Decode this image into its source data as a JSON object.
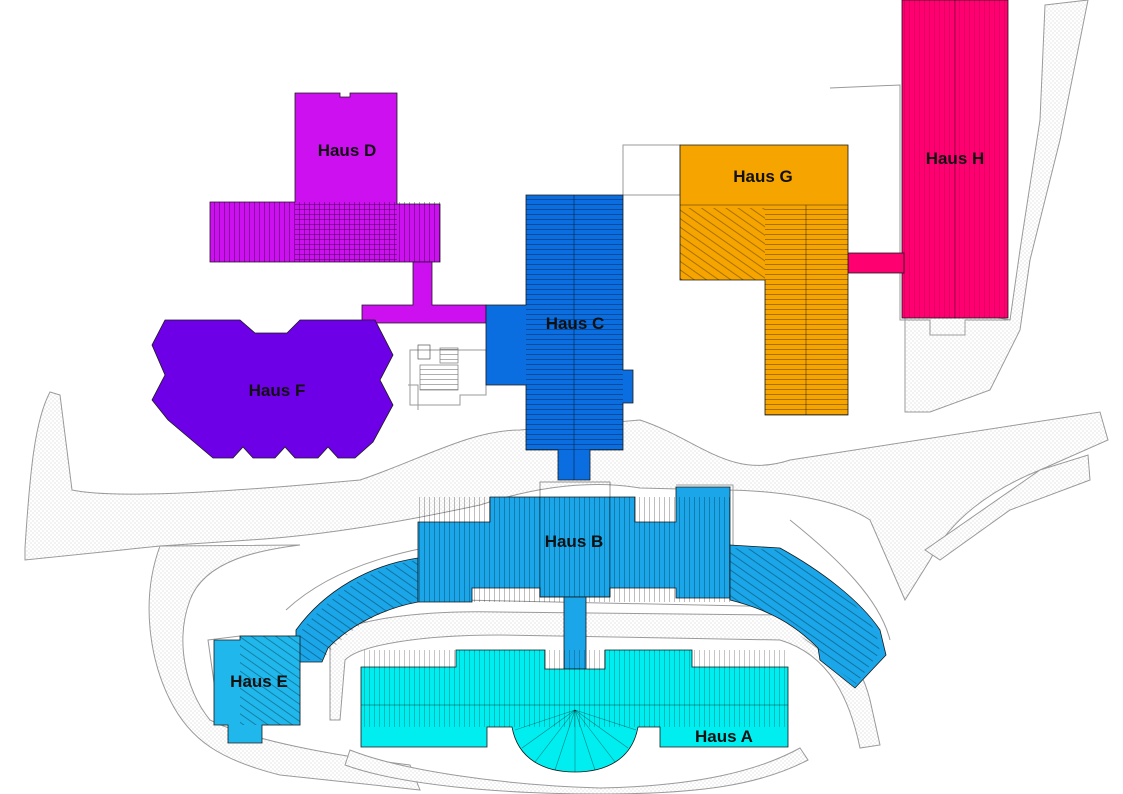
{
  "map": {
    "background": "#ffffff",
    "road_color": "#e6e6e6",
    "outline_color": "#9a9a9a"
  },
  "buildings": {
    "a": {
      "label": "Haus A",
      "color": "#00eef0"
    },
    "b": {
      "label": "Haus B",
      "color": "#1aa6e8"
    },
    "c": {
      "label": "Haus C",
      "color": "#0a6ee0"
    },
    "d": {
      "label": "Haus D",
      "color": "#cc10f0"
    },
    "e": {
      "label": "Haus E",
      "color": "#20b8ec"
    },
    "f": {
      "label": "Haus F",
      "color": "#6e00e8"
    },
    "g": {
      "label": "Haus G",
      "color": "#f5a400"
    },
    "h": {
      "label": "Haus H",
      "color": "#ff0070"
    }
  }
}
